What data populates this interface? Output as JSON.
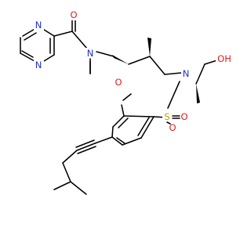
{
  "colors": {
    "carbon": "#000000",
    "nitrogen": "#1f2fd0",
    "oxygen": "#e0201b",
    "sulfur": "#b0a400",
    "background": "#ffffff"
  },
  "atoms": [
    {
      "id": "n_pz1",
      "label": "N",
      "element": "nitrogen"
    },
    {
      "id": "n_pz2",
      "label": "N",
      "element": "nitrogen"
    },
    {
      "id": "o_amide",
      "label": "O",
      "element": "oxygen"
    },
    {
      "id": "n_amide",
      "label": "N",
      "element": "nitrogen"
    },
    {
      "id": "o_ring",
      "label": "O",
      "element": "oxygen"
    },
    {
      "id": "n_ring",
      "label": "N",
      "element": "nitrogen"
    },
    {
      "id": "s",
      "label": "S",
      "element": "sulfur"
    },
    {
      "id": "o_s1",
      "label": "O",
      "element": "oxygen"
    },
    {
      "id": "o_s2",
      "label": "O",
      "element": "oxygen"
    },
    {
      "id": "oh",
      "label": "OH",
      "element": "oxygen"
    }
  ]
}
